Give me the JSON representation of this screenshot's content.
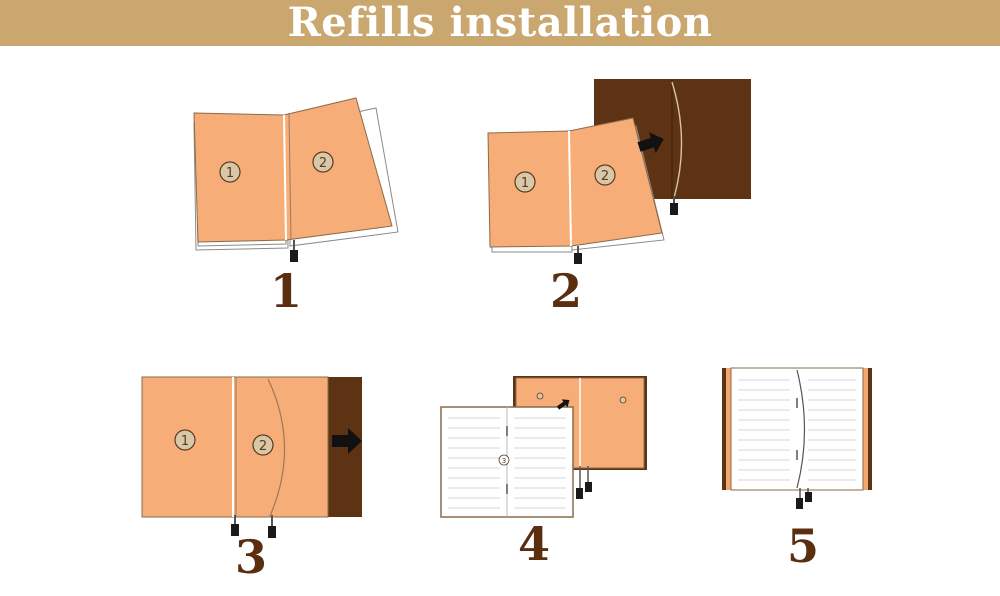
{
  "title": "Refills installation",
  "steps": [
    {
      "number": "1",
      "pages": [
        "1",
        "2"
      ]
    },
    {
      "number": "2",
      "pages": [
        "1",
        "2"
      ]
    },
    {
      "number": "3",
      "pages": [
        "1",
        "2"
      ]
    },
    {
      "number": "4",
      "pages": [
        "3"
      ]
    },
    {
      "number": "5",
      "pages": []
    }
  ],
  "colors": {
    "banner": "#c9a76f",
    "refill_orange": "#f7ad78",
    "cover_brown": "#5e3313",
    "number_brown": "#5a2e0f",
    "arrow": "#111111"
  },
  "icons": [
    "arrow-right-icon",
    "page-circle-icon",
    "elastic-band-icon"
  ]
}
